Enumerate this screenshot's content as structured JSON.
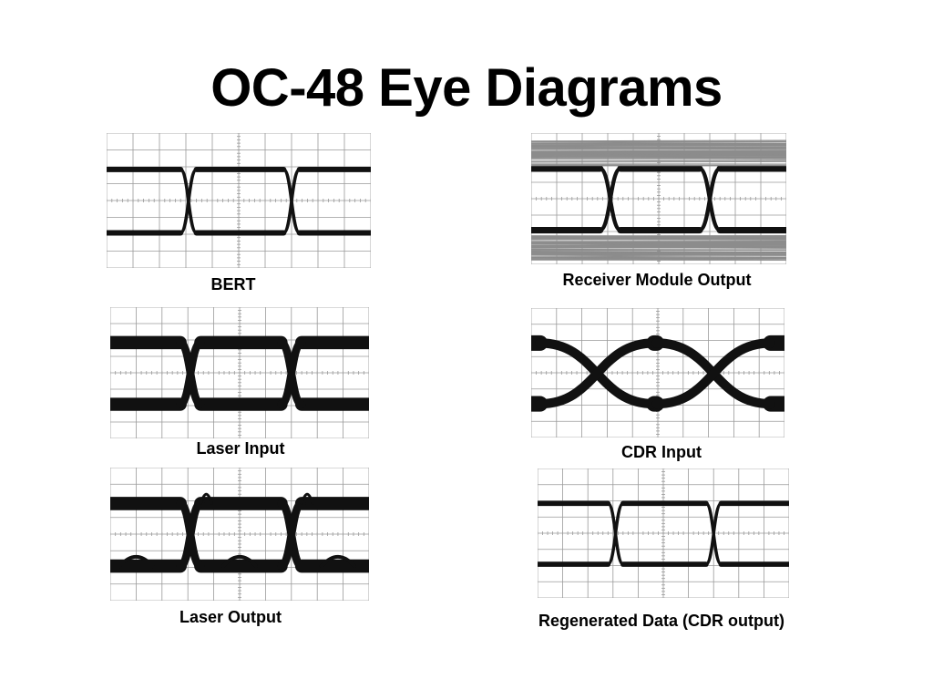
{
  "title": "OC-48 Eye Diagrams",
  "colors": {
    "trace": "#111111",
    "grid": "#9a9a9a",
    "noise": "#8c8c8c"
  },
  "panels": [
    {
      "id": "bert",
      "caption": "BERT",
      "style": "clean",
      "crossing_width": 0.06,
      "thickness": 0.04,
      "ringing": 0
    },
    {
      "id": "receiver",
      "caption": "Receiver Module Output",
      "style": "noisy",
      "crossing_width": 0.08,
      "thickness": 0.05,
      "ringing": 0
    },
    {
      "id": "laser-input",
      "caption": "Laser Input",
      "style": "thick",
      "crossing_width": 0.08,
      "thickness": 0.1,
      "ringing": 0
    },
    {
      "id": "cdr-input",
      "caption": "CDR Input",
      "style": "wide",
      "crossing_width": 0.45,
      "thickness": 0.12,
      "ringing": 0
    },
    {
      "id": "laser-output",
      "caption": "Laser Output",
      "style": "overshoot",
      "crossing_width": 0.08,
      "thickness": 0.1,
      "ringing": 1
    },
    {
      "id": "regenerated",
      "caption": "Regenerated Data (CDR output)",
      "style": "clean",
      "crossing_width": 0.06,
      "thickness": 0.04,
      "ringing": 0
    }
  ]
}
